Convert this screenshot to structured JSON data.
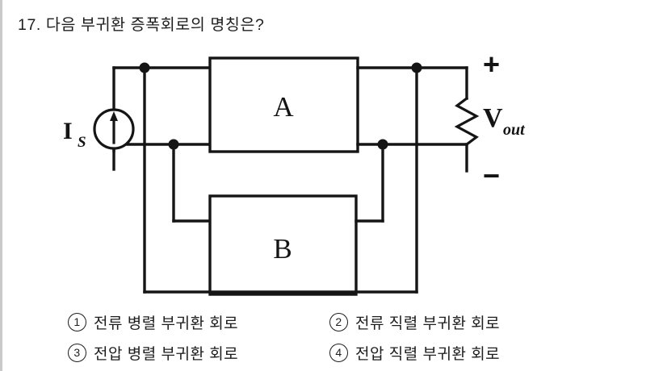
{
  "page": {
    "background_color": "#ffffff",
    "ink_color": "#1b1b1b"
  },
  "question": {
    "number": "17.",
    "text": "17.  다음  부귀환  증폭회로의  명칭은?"
  },
  "diagram": {
    "type": "feedback-amplifier-circuit",
    "source": {
      "label": "I",
      "subscript": "S",
      "symbol": "current-source-circle-with-up-arrow"
    },
    "blocks": [
      {
        "id": "A",
        "label": "A",
        "role": "forward-amplifier"
      },
      {
        "id": "B",
        "label": "B",
        "role": "feedback-network"
      }
    ],
    "load": {
      "symbol": "resistor-zigzag",
      "label": "V",
      "subscript": "out",
      "plus": "+",
      "minus": "−"
    }
  },
  "answers": {
    "options": [
      {
        "marker": "①",
        "marker_char": "1",
        "text": "전류  병렬  부귀환  회로"
      },
      {
        "marker": "②",
        "marker_char": "2",
        "text": "전류  직렬  부귀환  회로"
      },
      {
        "marker": "③",
        "marker_char": "3",
        "text": "전압  병렬  부귀환  회로"
      },
      {
        "marker": "④",
        "marker_char": "4",
        "text": "전압  직렬  부귀환  회로"
      }
    ]
  }
}
